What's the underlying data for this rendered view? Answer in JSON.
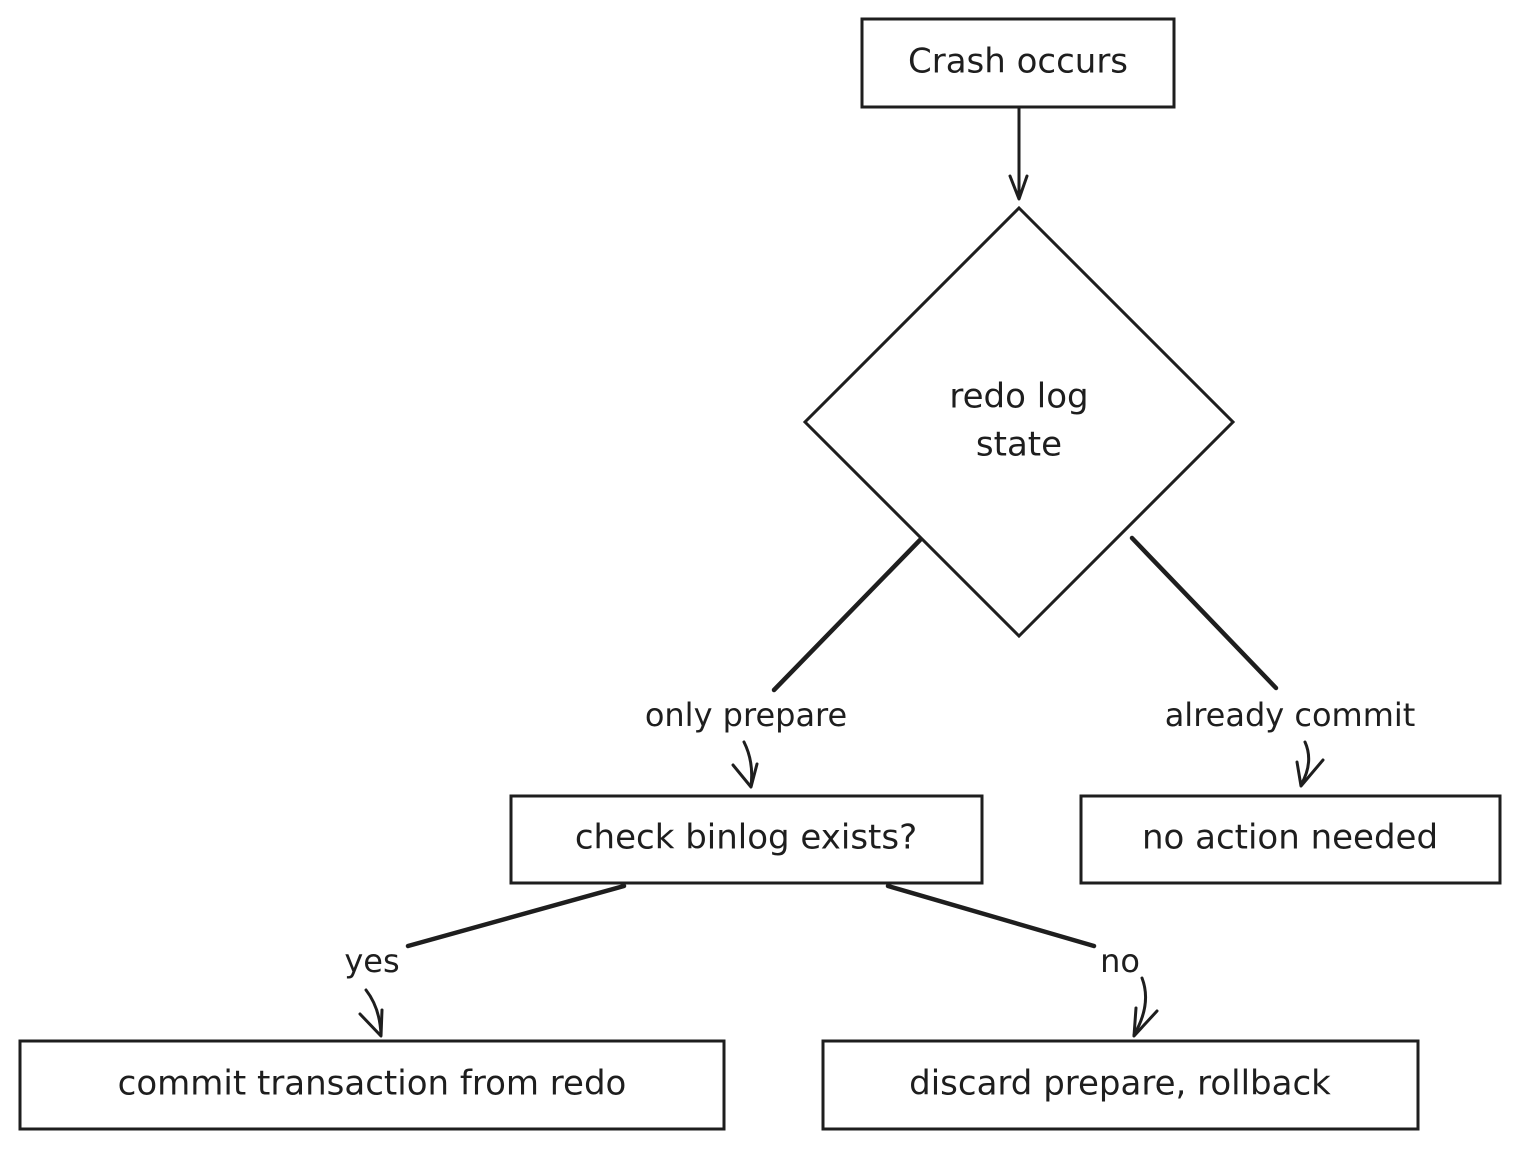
{
  "diagram": {
    "nodes": {
      "crash": {
        "label": "Crash occurs"
      },
      "redo_state": {
        "label_line1": "redo log",
        "label_line2": "state"
      },
      "check_binlog": {
        "label": "check binlog exists?"
      },
      "no_action": {
        "label": "no action needed"
      },
      "commit": {
        "label": "commit transaction from redo"
      },
      "discard": {
        "label": "discard prepare, rollback"
      }
    },
    "edges": {
      "only_prepare": {
        "label": "only prepare"
      },
      "already_commit": {
        "label": "already commit"
      },
      "yes": {
        "label": "yes"
      },
      "no": {
        "label": "no"
      }
    }
  }
}
